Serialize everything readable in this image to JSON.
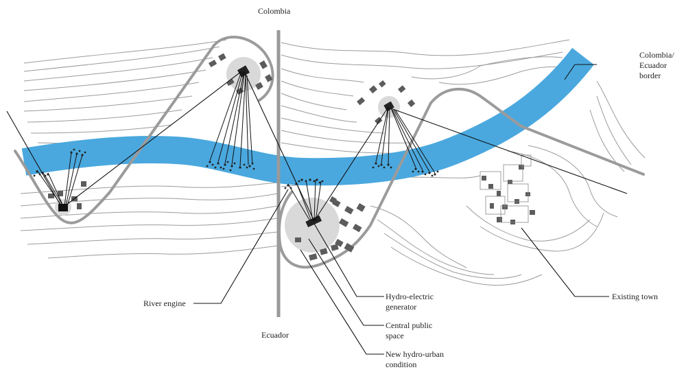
{
  "labels": {
    "colombia": "Colombia",
    "ecuador": "Ecuador",
    "border_line1": "Colombia/",
    "border_line2": "Ecuador",
    "border_line3": "border",
    "river_engine": "River engine",
    "hydro_line1": "Hydro-electric",
    "hydro_line2": "generator",
    "central_line1": "Central public",
    "central_line2": "space",
    "new_line1": "New hydro-urban",
    "new_line2": "condition",
    "existing_town": "Existing town"
  },
  "colors": {
    "river": "#4aa8de",
    "loop_stroke": "#9b9b9b",
    "public_space": "#d9d9d9",
    "buildings": "#5c5c5c",
    "contours": "#9a9a9a",
    "leader_lines": "#111111"
  }
}
